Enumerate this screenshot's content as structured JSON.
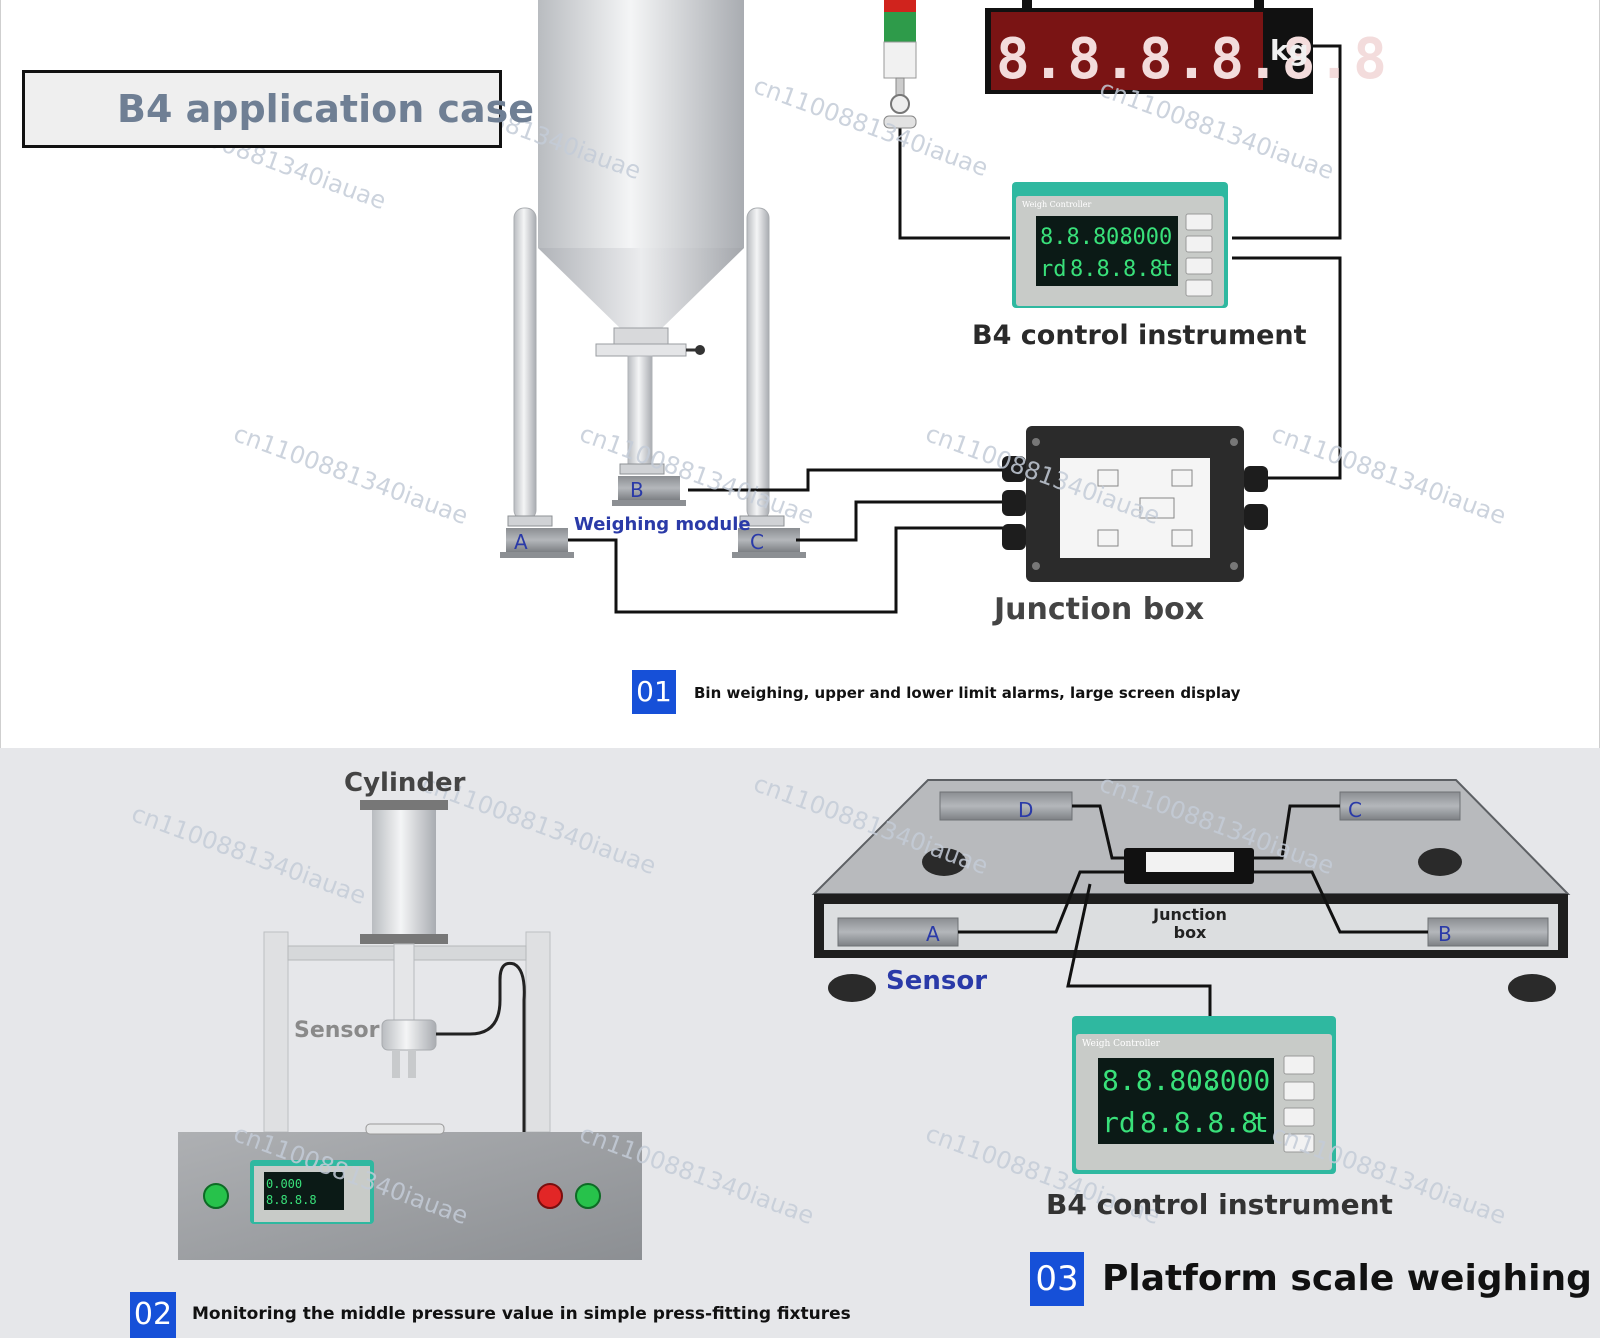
{
  "title": "B4 application case",
  "display_digits": "8.8.8.8.8.8",
  "display_unit": "kg",
  "controller_brand": "Weigh Controller",
  "controller_row1": [
    "8.8.8.8",
    "0.000"
  ],
  "controller_row2": [
    "rd",
    "8.8.8.8",
    "t"
  ],
  "labels": {
    "b4_control_top": "B4 control instrument",
    "junction_box": "Junction box",
    "weighing_module": "Weighing module",
    "point_a": "A",
    "point_b": "B",
    "point_c": "C",
    "cylinder": "Cylinder",
    "sensor_press": "Sensor",
    "platform_d": "D",
    "platform_c": "C",
    "platform_a": "A",
    "platform_b": "B",
    "junction_box_platform": "Junction box",
    "sensor_platform": "Sensor",
    "b4_control_bottom": "B4 control instrument"
  },
  "cases": [
    {
      "number": "01",
      "caption": "Bin weighing, upper and lower limit alarms, large screen display"
    },
    {
      "number": "02",
      "caption": "Monitoring the middle pressure value in simple press-fitting fixtures"
    },
    {
      "number": "03",
      "caption": "Platform scale weighing"
    }
  ],
  "watermark": "cn1100881340iauae",
  "colors": {
    "badge": "#1650d8",
    "controller_body": "#2fb8a0",
    "led_green": "#39e07a",
    "display_red": "#7a1414",
    "label_blue": "#2a3aa8",
    "title_text": "#6f7f94"
  }
}
